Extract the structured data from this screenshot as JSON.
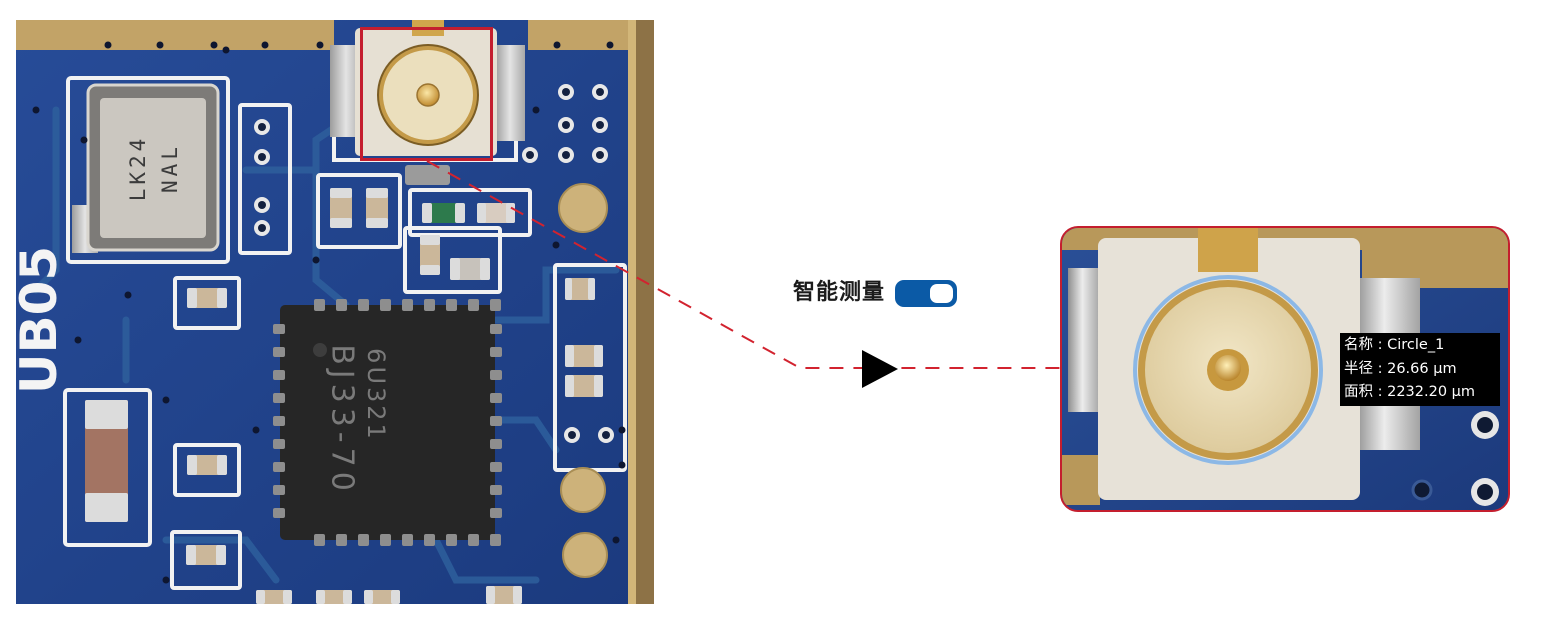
{
  "feature_toggle": {
    "label": "智能测量",
    "on": true
  },
  "measurement": {
    "name_line": "名称 : Circle_1",
    "radius_line": "半径 : 26.66 μm",
    "area_line": "面积 : 2232.20 μm"
  },
  "pcb_markings": {
    "silkscreen": "UB05",
    "crystal_line1": "LK24",
    "crystal_line2": "NAL",
    "chip_line1": "6U321",
    "chip_line2": "BJ33-70"
  },
  "colors": {
    "selection_red": "#c41e2e",
    "toggle_blue": "#0b5aa6",
    "measure_circle": "#8cb8e6",
    "board_blue": "#22468c",
    "label_background": "#000000",
    "arrow": "#000000"
  }
}
